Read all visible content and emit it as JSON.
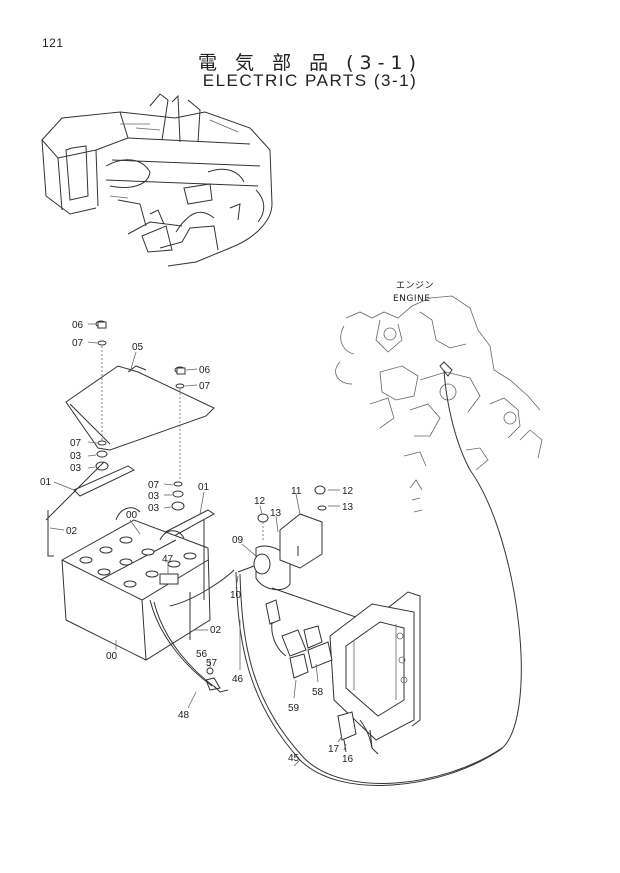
{
  "page": {
    "number": "121",
    "title_jp": "電 気 部 品 (3-1)",
    "title_en": "ELECTRIC PARTS (3-1)"
  },
  "engine_label": {
    "jp": "エンジン",
    "en": "ENGINE"
  },
  "callouts": [
    "06",
    "07",
    "05",
    "06",
    "07",
    "07",
    "03",
    "03",
    "01",
    "07",
    "03",
    "03",
    "01",
    "02",
    "00",
    "47",
    "00",
    "02",
    "12",
    "11",
    "13",
    "12",
    "13",
    "09",
    "10",
    "46",
    "56",
    "57",
    "48",
    "58",
    "59",
    "17",
    "16",
    "45"
  ]
}
